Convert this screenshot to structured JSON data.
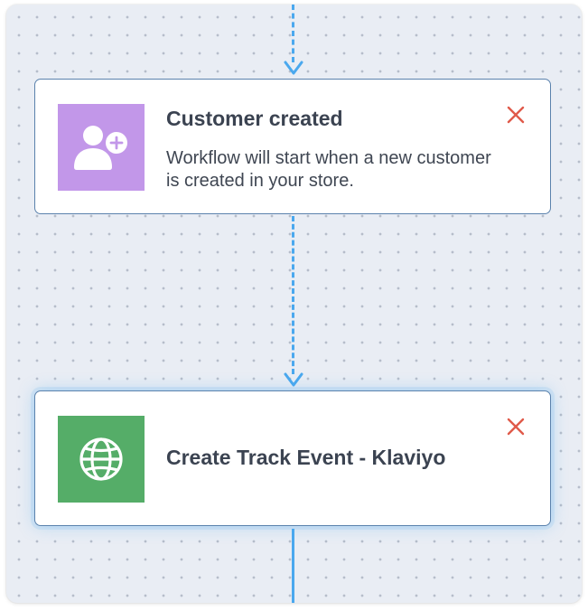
{
  "workflow": {
    "nodes": [
      {
        "title": "Customer created",
        "description": "Workflow will start when a new customer is created in your store.",
        "icon": "user-add-icon",
        "icon_bg": "#c297e9"
      },
      {
        "title": "Create Track Event - Klaviyo",
        "description": "",
        "icon": "globe-icon",
        "icon_bg": "#55ad68"
      }
    ],
    "colors": {
      "connector": "#4aa8ee",
      "close": "#e05a4a",
      "node_border": "#5b82ad",
      "canvas_bg": "#e9edf4"
    }
  }
}
